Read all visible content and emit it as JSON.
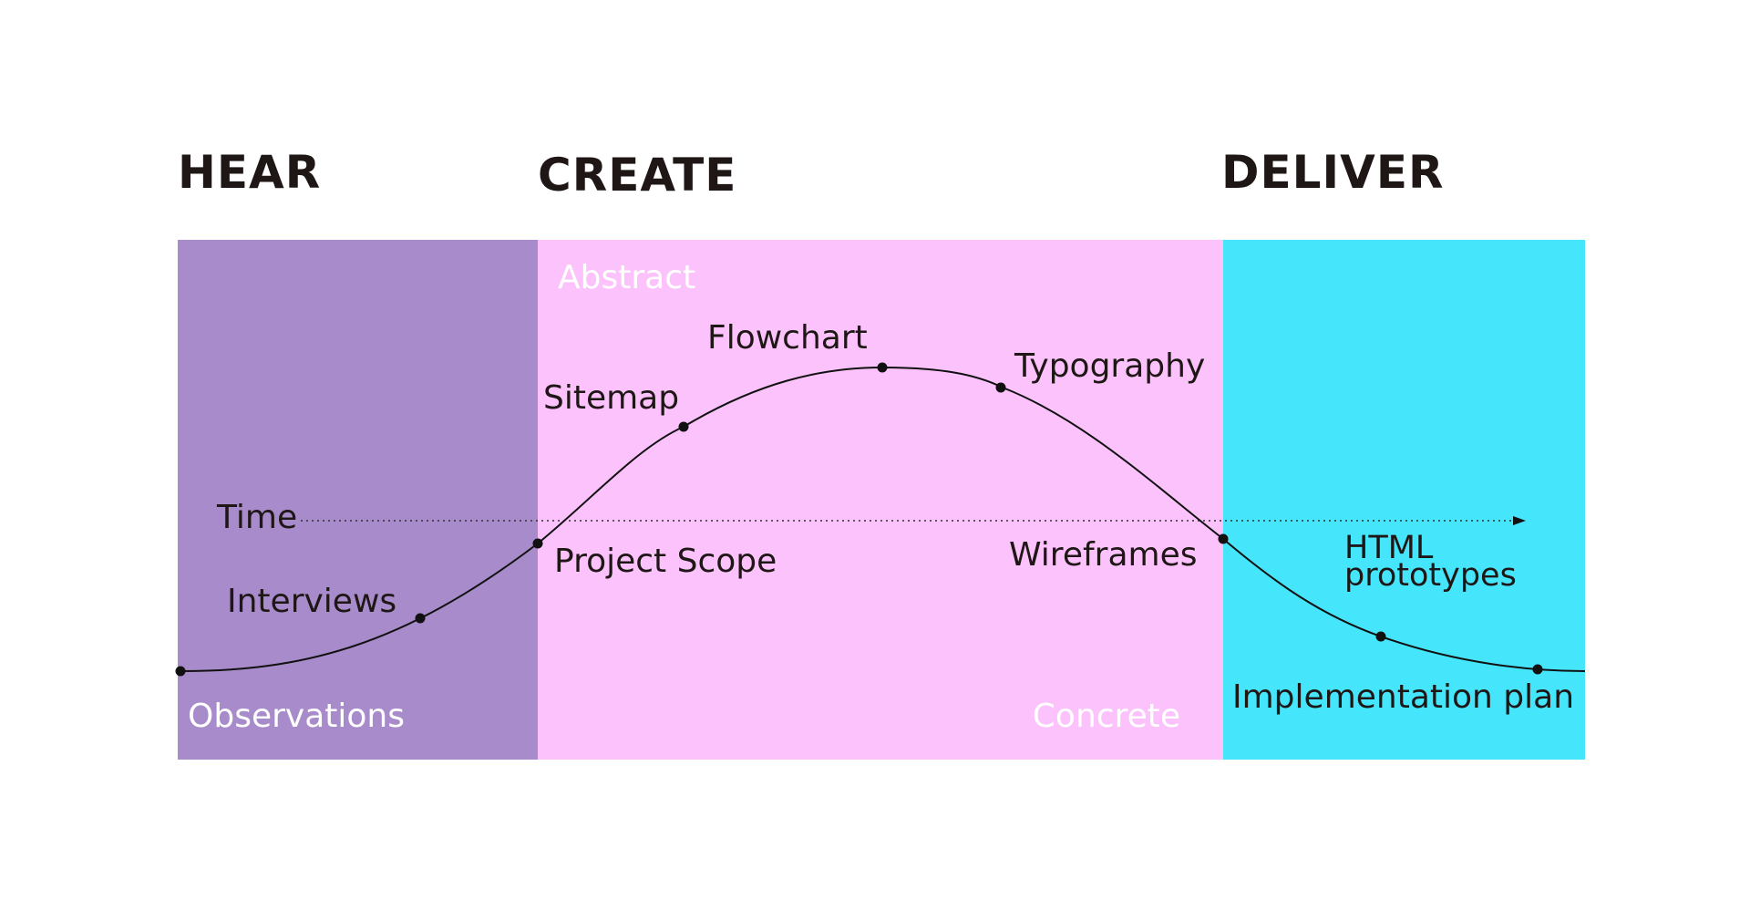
{
  "phases": [
    {
      "title": "HEAR",
      "color": "#A88BCA"
    },
    {
      "title": "CREATE",
      "color": "#FCC2FC"
    },
    {
      "title": "DELIVER",
      "color": "#45E6FC"
    }
  ],
  "axis": {
    "label": "Time"
  },
  "scale_labels": {
    "abstract": "Abstract",
    "concrete": "Concrete"
  },
  "milestones": [
    {
      "label": "Observations"
    },
    {
      "label": "Interviews"
    },
    {
      "label": "Project Scope"
    },
    {
      "label": "Sitemap"
    },
    {
      "label": "Flowchart"
    },
    {
      "label": "Typography"
    },
    {
      "label": "Wireframes"
    },
    {
      "label": "HTML prototypes"
    },
    {
      "label": "Implementation plan"
    }
  ],
  "colors": {
    "text_dark": "#1E1716",
    "text_light": "#FFFFFF",
    "curve": "#111111"
  }
}
